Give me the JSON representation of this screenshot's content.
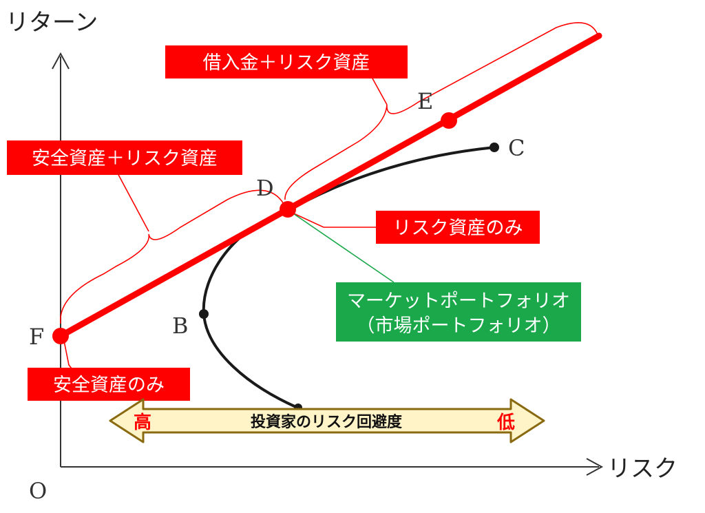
{
  "axes": {
    "y_label": "リターン",
    "x_label": "リスク",
    "origin_label": "O"
  },
  "points": {
    "B": "B",
    "C": "C",
    "D": "D",
    "E": "E",
    "F": "F"
  },
  "tags": {
    "borrow_plus_risk": "借入金＋リスク資産",
    "safe_plus_risk": "安全資産＋リスク資産",
    "risk_only": "リスク資産のみ",
    "safe_only": "安全資産のみ",
    "market_portfolio_line1": "マーケットポートフォリオ",
    "market_portfolio_line2": "（市場ポートフォリオ）"
  },
  "risk_aversion_arrow": {
    "title": "投資家のリスク回避度",
    "left": "高",
    "right": "低"
  },
  "colors": {
    "red": "#ff0000",
    "green": "#1aa84a",
    "black": "#1a1a1a",
    "arrow_fill": "#fff3c8",
    "arrow_stroke": "#8a6a10"
  }
}
